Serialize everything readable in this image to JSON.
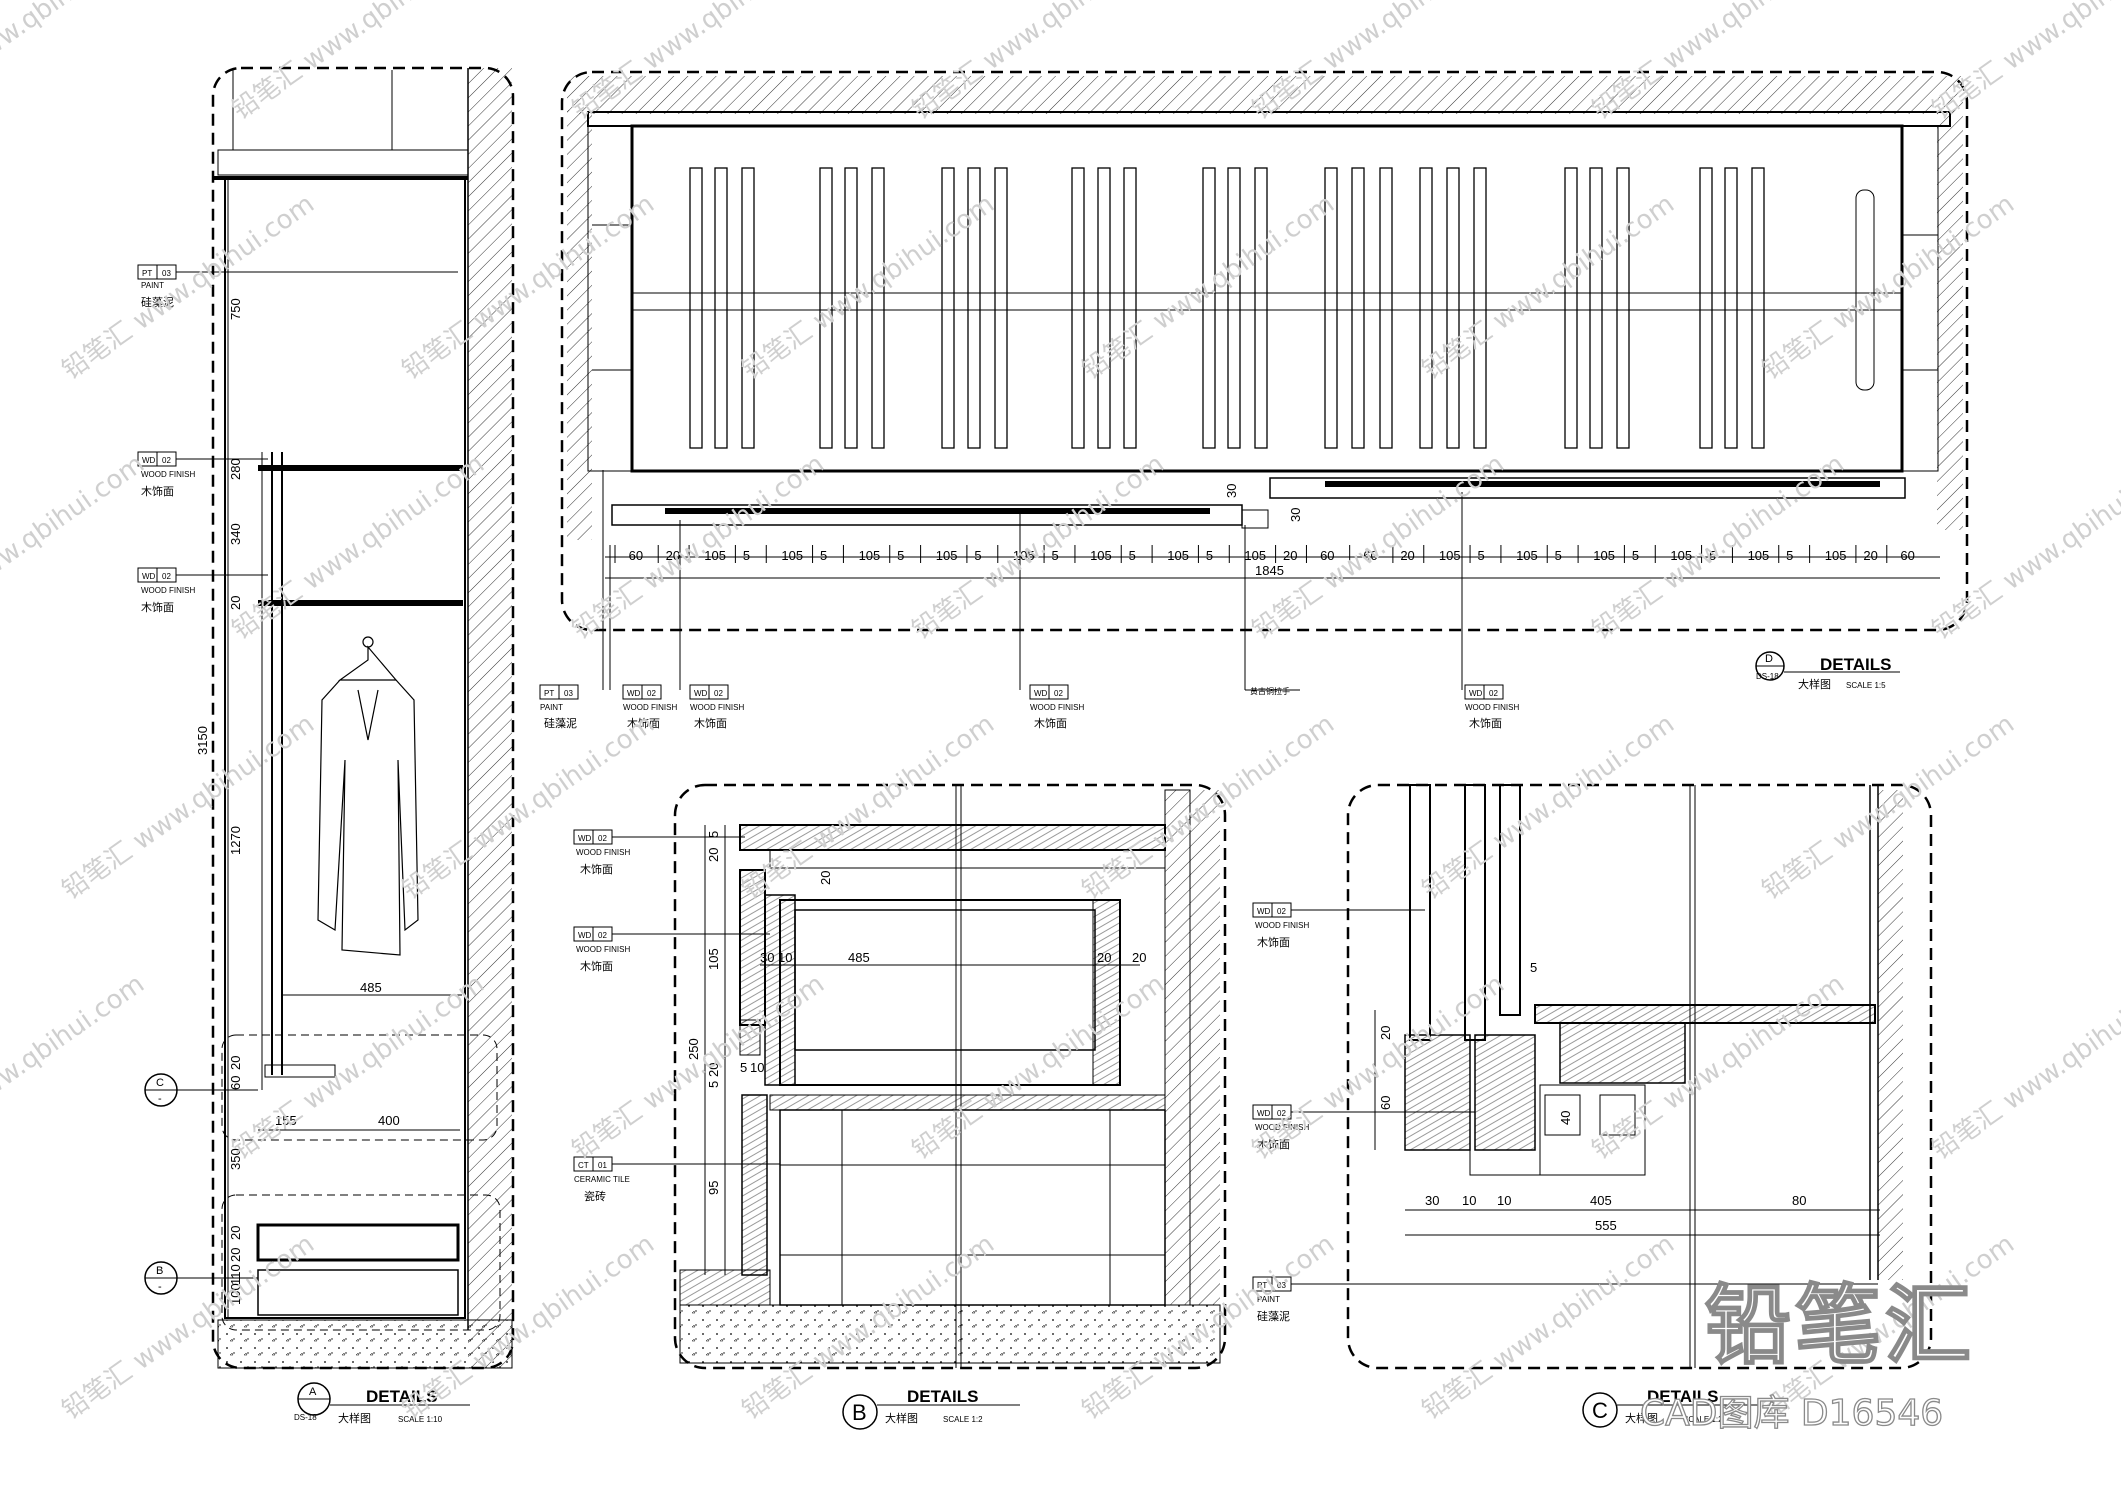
{
  "views": {
    "a": {
      "letter": "A",
      "sheet": "DS-18",
      "heading": "DETAILS",
      "subtitle_cn": "大样图",
      "scale": "SCALE  1:10",
      "dims": [
        "750",
        "280",
        "340",
        "20",
        "3150",
        "1270",
        "485",
        "60",
        "20",
        "155",
        "400",
        "350",
        "100",
        "20",
        "20",
        "110"
      ],
      "tags": [
        {
          "code": "PT",
          "num": "03",
          "en": "PAINT",
          "cn": "硅藻泥"
        },
        {
          "code": "WD",
          "num": "02",
          "en": "WOOD FINISH",
          "cn": "木饰面"
        },
        {
          "code": "WD",
          "num": "02",
          "en": "WOOD FINISH",
          "cn": "木饰面"
        }
      ],
      "section_markers": [
        {
          "letter": "C",
          "sub": "-"
        },
        {
          "letter": "B",
          "sub": "-"
        }
      ]
    },
    "b": {
      "letter": "B",
      "heading": "DETAILS",
      "subtitle_cn": "大样图",
      "scale": "SCALE  1:2",
      "dims": [
        "5",
        "20",
        "20",
        "105",
        "250",
        "30",
        "10",
        "485",
        "20",
        "20",
        "5",
        "20",
        "5",
        "10",
        "95"
      ],
      "tags": [
        {
          "code": "WD",
          "num": "02",
          "en": "WOOD FINISH",
          "cn": "木饰面"
        },
        {
          "code": "WD",
          "num": "02",
          "en": "WOOD FINISH",
          "cn": "木饰面"
        },
        {
          "code": "CT",
          "num": "01",
          "en": "CERAMIC TILE",
          "cn": "瓷砖"
        }
      ]
    },
    "c": {
      "letter": "C",
      "heading": "DETAILS",
      "subtitle_cn": "大样图",
      "scale": "SCALE  1:2",
      "dims": [
        "5",
        "20",
        "60",
        "40",
        "30",
        "10",
        "10",
        "405",
        "80",
        "555"
      ],
      "tags": [
        {
          "code": "WD",
          "num": "02",
          "en": "WOOD FINISH",
          "cn": "木饰面"
        },
        {
          "code": "WD",
          "num": "02",
          "en": "WOOD FINISH",
          "cn": "木饰面"
        },
        {
          "code": "PT",
          "num": "03",
          "en": "PAINT",
          "cn": "硅藻泥"
        }
      ]
    },
    "d": {
      "letter": "D",
      "sheet": "DS-18",
      "heading": "DETAILS",
      "subtitle_cn": "大样图",
      "scale": "SCALE  1:5",
      "dims": [
        "60",
        "20",
        "105",
        "5",
        "105",
        "5",
        "105",
        "5",
        "105",
        "5",
        "105",
        "5",
        "105",
        "5",
        "105",
        "5",
        "105",
        "20",
        "60",
        "60",
        "20",
        "105",
        "5",
        "105",
        "5",
        "105",
        "5",
        "105",
        "5",
        "105",
        "5",
        "105",
        "20",
        "60"
      ],
      "total": "1845",
      "small_dims": [
        "30",
        "30"
      ],
      "tags": [
        {
          "code": "PT",
          "num": "03",
          "en": "PAINT",
          "cn": "硅藻泥"
        },
        {
          "code": "WD",
          "num": "02",
          "en": "WOOD FINISH",
          "cn": "木饰面"
        },
        {
          "code": "WD",
          "num": "02",
          "en": "WOOD FINISH",
          "cn": "木饰面"
        },
        {
          "code": "WD",
          "num": "02",
          "en": "WOOD FINISH",
          "cn": "木饰面"
        },
        {
          "code": "WD",
          "num": "02",
          "en": "WOOD FINISH",
          "cn": "木饰面"
        }
      ],
      "note": "黄古铜拉手"
    }
  },
  "brand": {
    "logo_cn": "铅笔汇",
    "caption": "CAD图库 D16546",
    "watermark_url": "www.qbihui.com"
  }
}
